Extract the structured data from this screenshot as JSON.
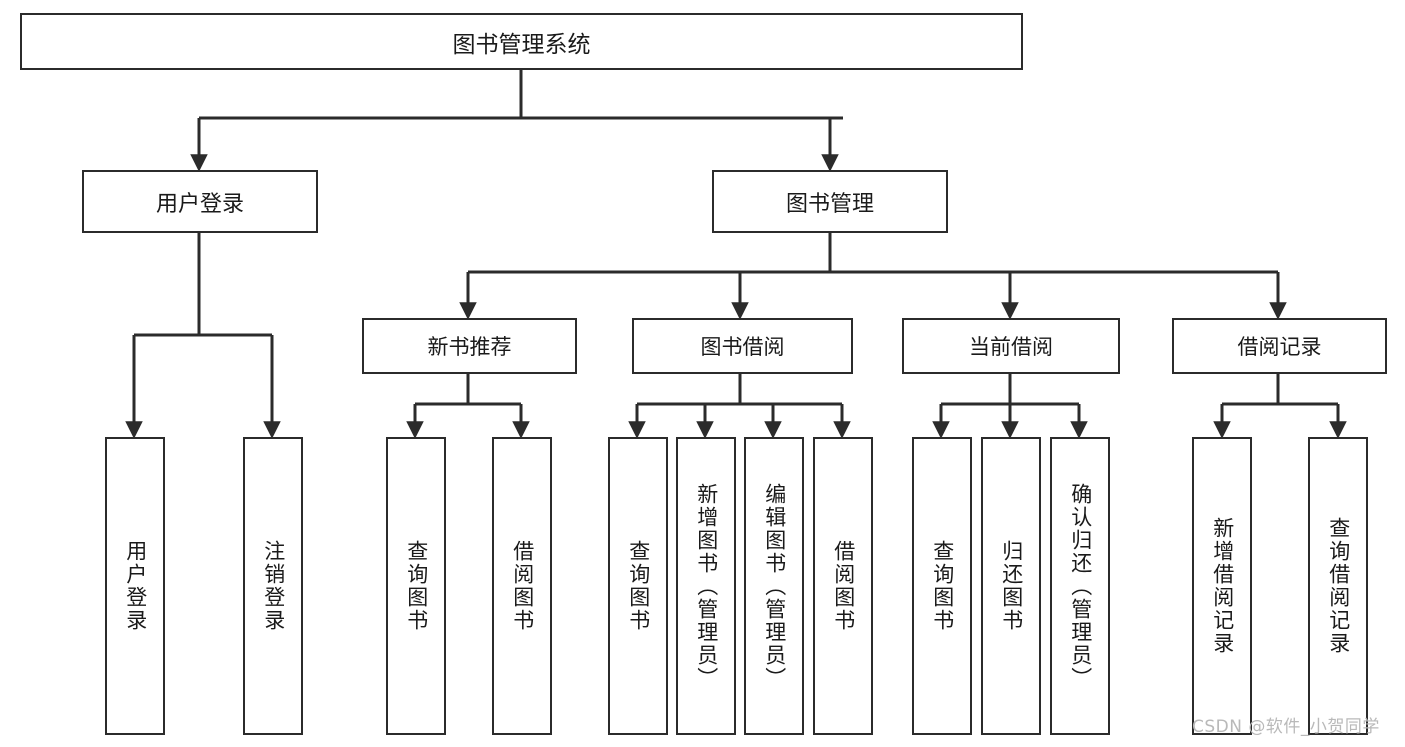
{
  "diagram": {
    "title": "图书管理系统",
    "type": "功能结构图",
    "root": {
      "label": "图书管理系统"
    },
    "level2": [
      {
        "label": "用户登录"
      },
      {
        "label": "图书管理"
      }
    ],
    "level3": [
      {
        "label": "新书推荐"
      },
      {
        "label": "图书借阅"
      },
      {
        "label": "当前借阅"
      },
      {
        "label": "借阅记录"
      }
    ],
    "leaves": {
      "user_login": [
        {
          "label": "用户登录"
        },
        {
          "label": "注销登录"
        }
      ],
      "new_book_recommend": [
        {
          "label": "查询图书"
        },
        {
          "label": "借阅图书"
        }
      ],
      "book_borrow": [
        {
          "label": "查询图书"
        },
        {
          "label": "新增图书（管理员）"
        },
        {
          "label": "编辑图书（管理员）"
        },
        {
          "label": "借阅图书"
        }
      ],
      "current_borrow": [
        {
          "label": "查询图书"
        },
        {
          "label": "归还图书"
        },
        {
          "label": "确认归还（管理员）"
        }
      ],
      "borrow_record": [
        {
          "label": "新增借阅记录"
        },
        {
          "label": "查询借阅记录"
        }
      ]
    }
  },
  "watermark": {
    "text": "CSDN @软件_小贺同学"
  },
  "colors": {
    "border": "#2b2b2b",
    "background": "#ffffff",
    "text": "#1a1a1a",
    "watermark": "#b9b9b9"
  }
}
